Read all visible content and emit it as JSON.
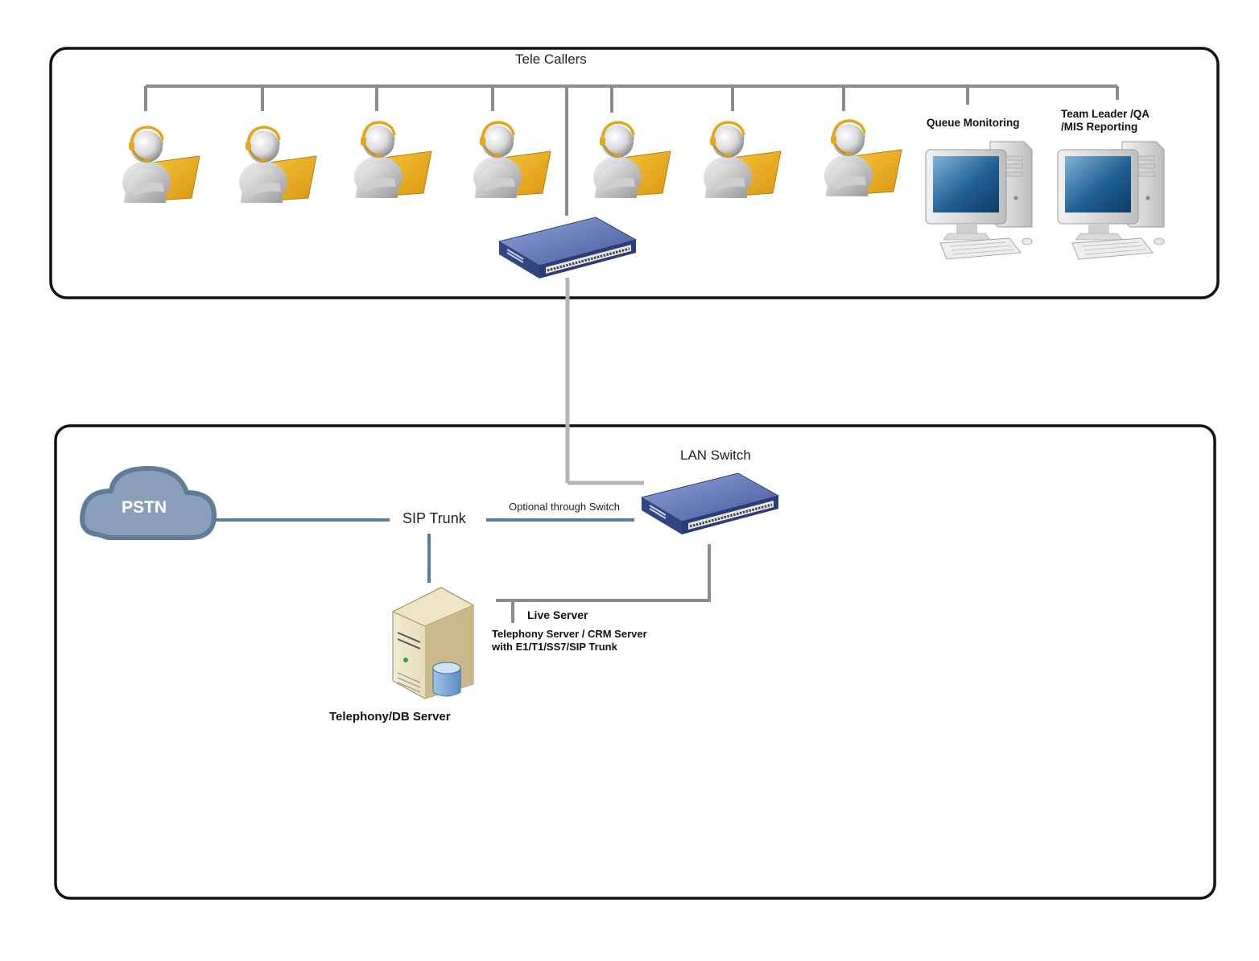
{
  "tele_callers_label": "Tele Callers",
  "queue_monitoring_label": "Queue Monitoring",
  "team_leader_label_line1": "Team Leader /QA",
  "team_leader_label_line2": "/MIS Reporting",
  "lan_switch_label": "LAN Switch",
  "pstn_label": "PSTN",
  "sip_trunk_label": "SIP Trunk",
  "optional_label": "Optional through Switch",
  "live_server_label": "Live Server",
  "crm_label_line1": "Telephony Server / CRM Server",
  "crm_label_line2": "with E1/T1/SS7/SIP Trunk",
  "db_server_label": "Telephony/DB Server",
  "colors": {
    "frame": "#111111",
    "bus_line": "#8c8c8c",
    "trunk_line": "#5f7d96",
    "cloud": "#8a9fba",
    "cloud_border": "#5f7d96",
    "laptop": "#f2b421",
    "headset": "#e0a81a",
    "switch": "#4f66a8"
  },
  "icons": [
    "tele-caller-icon",
    "monitor-pc-icon",
    "network-switch-icon",
    "cloud-icon",
    "server-icon"
  ]
}
